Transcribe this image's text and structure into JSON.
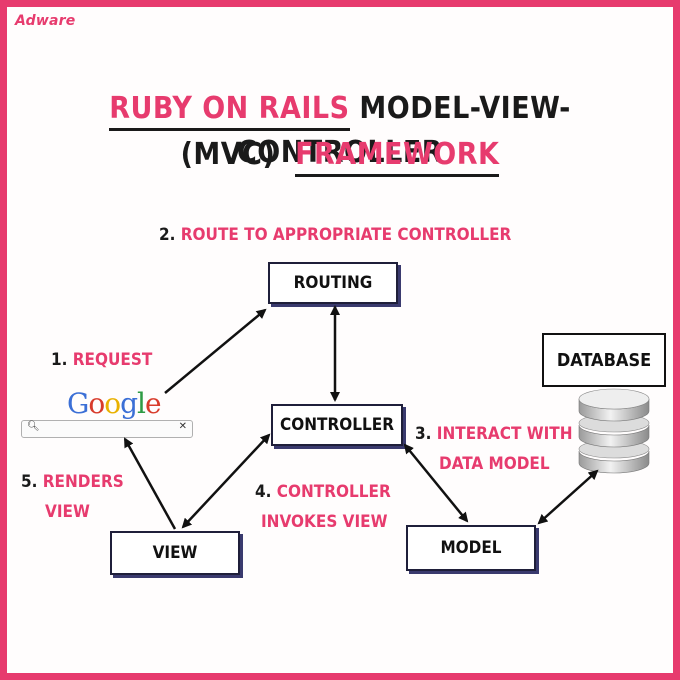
{
  "brand": "Adware",
  "title": {
    "line1_highlight": "RUBY ON RAILS",
    "line1_rest": "MODEL-VIEW-CONTROLLER",
    "line2_rest": "(MVC)",
    "line2_highlight": "FRAMEWORK"
  },
  "steps": {
    "s1_num": "1.",
    "s1_text": "REQUEST",
    "s2_num": "2.",
    "s2_text": "ROUTE TO APPROPRIATE CONTROLLER",
    "s3_num": "3.",
    "s3_line1": "INTERACT WITH",
    "s3_line2": "DATA MODEL",
    "s4_num": "4.",
    "s4_line1": "CONTROLLER",
    "s4_line2": "INVOKES VIEW",
    "s5_num": "5.",
    "s5_line1": "RENDERS",
    "s5_line2": "VIEW"
  },
  "nodes": {
    "routing": "ROUTING",
    "controller": "CONTROLLER",
    "model": "MODEL",
    "view": "VIEW",
    "database": "DATABASE"
  },
  "google": {
    "g1": "G",
    "o1": "o",
    "o2": "o",
    "g2": "g",
    "l": "l",
    "e": "e"
  },
  "searchbar": {
    "search_icon": "search-icon",
    "clear_icon": "close-icon"
  },
  "colors": {
    "accent": "#e73b6e",
    "box_border": "#1f1f3a",
    "text": "#1a1a1a"
  }
}
